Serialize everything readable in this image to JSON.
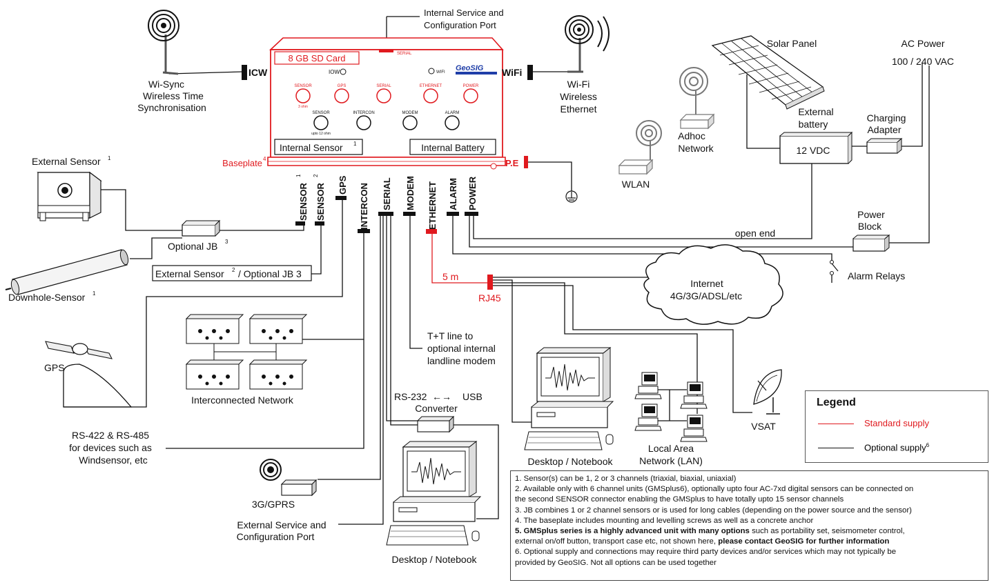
{
  "colors": {
    "standard": "#e0191e",
    "optional": "#111111"
  },
  "unit": {
    "sd_card": "8 GB SD Card",
    "serial_top": "SERIAL",
    "brand": "GeoSIG",
    "iow": "IOW",
    "wifi_led": "WIFI",
    "red_ports": [
      "SENSOR",
      "GPS",
      "SERIAL",
      "ETHERNET",
      "POWER"
    ],
    "red_port_sub": "3 ohm",
    "black_ports": [
      "SENSOR",
      "INTERCON",
      "MODEM",
      "ALARM"
    ],
    "black_port_sub": "upto 12 ohm",
    "internal_sensor": "Internal Sensor",
    "internal_battery": "Internal Battery",
    "baseplate": "Baseplate",
    "pe": "P.E",
    "icw": "ICW",
    "wifi": "WiFi"
  },
  "connectors": [
    "SENSOR",
    "SENSOR",
    "GPS",
    "INTERCON",
    "SERIAL",
    "MODEM",
    "ETHERNET",
    "ALARM",
    "POWER"
  ],
  "sup": {
    "one": "1",
    "two": "2",
    "three": "3",
    "four": "4",
    "six": "6"
  },
  "labels": {
    "internal_service_1": "Internal Service and",
    "internal_service_2": "Configuration Port",
    "wisync_1": "Wi-Sync",
    "wisync_2": "Wireless Time",
    "wisync_3": "Synchronisation",
    "wifi_1": "Wi-Fi",
    "wifi_2": "Wireless",
    "wifi_3": "Ethernet",
    "adhoc_1": "Adhoc",
    "adhoc_2": "Network",
    "wlan": "WLAN",
    "solar": "Solar Panel",
    "ac_1": "AC Power",
    "ac_2": "100 / 240 VAC",
    "ext_batt_1": "External",
    "ext_batt_2": "battery",
    "vdc": "12 VDC",
    "charging_1": "Charging",
    "charging_2": "Adapter",
    "ext_sensor": "External Sensor",
    "opt_jb": "Optional JB",
    "downhole": "Downhole-Sensor",
    "ext_sensor2_a": "External Sensor",
    "ext_sensor2_b": "/ Optional JB 3",
    "open_end": "open end",
    "power_block_1": "Power",
    "power_block_2": "Block",
    "alarm_relays": "Alarm Relays",
    "five_m": "5 m",
    "rj45": "RJ45",
    "internet_1": "Internet",
    "internet_2": "4G/3G/ADSL/etc",
    "gps": "GPS",
    "inter_net": "Interconnected Network",
    "tt_1": "T+T line to",
    "tt_2": "optional internal",
    "tt_3": "landline modem",
    "rs232_1": "RS-232",
    "rs232_2": "USB",
    "rs232_3": "Converter",
    "rs422_1": "RS-422 & RS-485",
    "rs422_2": "for devices such as",
    "rs422_3": "Windsensor, etc",
    "gprs": "3G/GPRS",
    "ext_service_1": "External Service and",
    "ext_service_2": "Configuration Port",
    "desktop_1": "Desktop / Notebook",
    "desktop_2": "Desktop / Notebook",
    "lan_1": "Local Area",
    "lan_2": "Network (LAN)",
    "vsat": "VSAT"
  },
  "legend": {
    "title": "Legend",
    "standard": "Standard supply",
    "optional": "Optional supply",
    "optional_sup": "6"
  },
  "notes": {
    "n1": "1. Sensor(s) can be 1, 2 or 3 channels (triaxial, biaxial, uniaxial)",
    "n2a": "2. Available only with 6 channel units (GMSplus6), optionally upto four AC-7xd digital sensors can be connected on",
    "n2b": "the second SENSOR connector enabling the GMSplus to have totally upto 15 sensor channels",
    "n3": "3. JB combines 1 or 2 channel sensors or is used for long cables (depending on the power source and the sensor)",
    "n4": "4. The baseplate includes mounting and levelling screws as well as a concrete anchor",
    "n5a_bold": "5. GMSplus series is a highly advanced unit with many options",
    "n5a_rest": " such as portability set, seismometer control,",
    "n5b_rest": "external on/off button, transport case etc, not shown here, ",
    "n5b_bold": "please contact GeoSIG for further information",
    "n6a": "6. Optional supply and connections may require third party devices and/or services which may not typically be",
    "n6b": "provided by GeoSIG. Not all options can be used together"
  }
}
